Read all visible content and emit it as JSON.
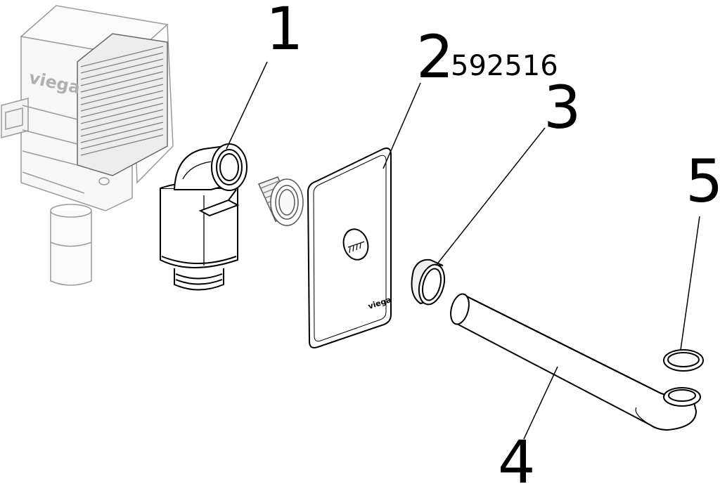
{
  "diagram": {
    "callouts": [
      {
        "id": "1",
        "label": "1"
      },
      {
        "id": "2",
        "label": "2",
        "part_number": "592516"
      },
      {
        "id": "3",
        "label": "3"
      },
      {
        "id": "4",
        "label": "4"
      },
      {
        "id": "5",
        "label": "5"
      }
    ],
    "brand_text": "viega",
    "plate_brand_text": "viega"
  }
}
